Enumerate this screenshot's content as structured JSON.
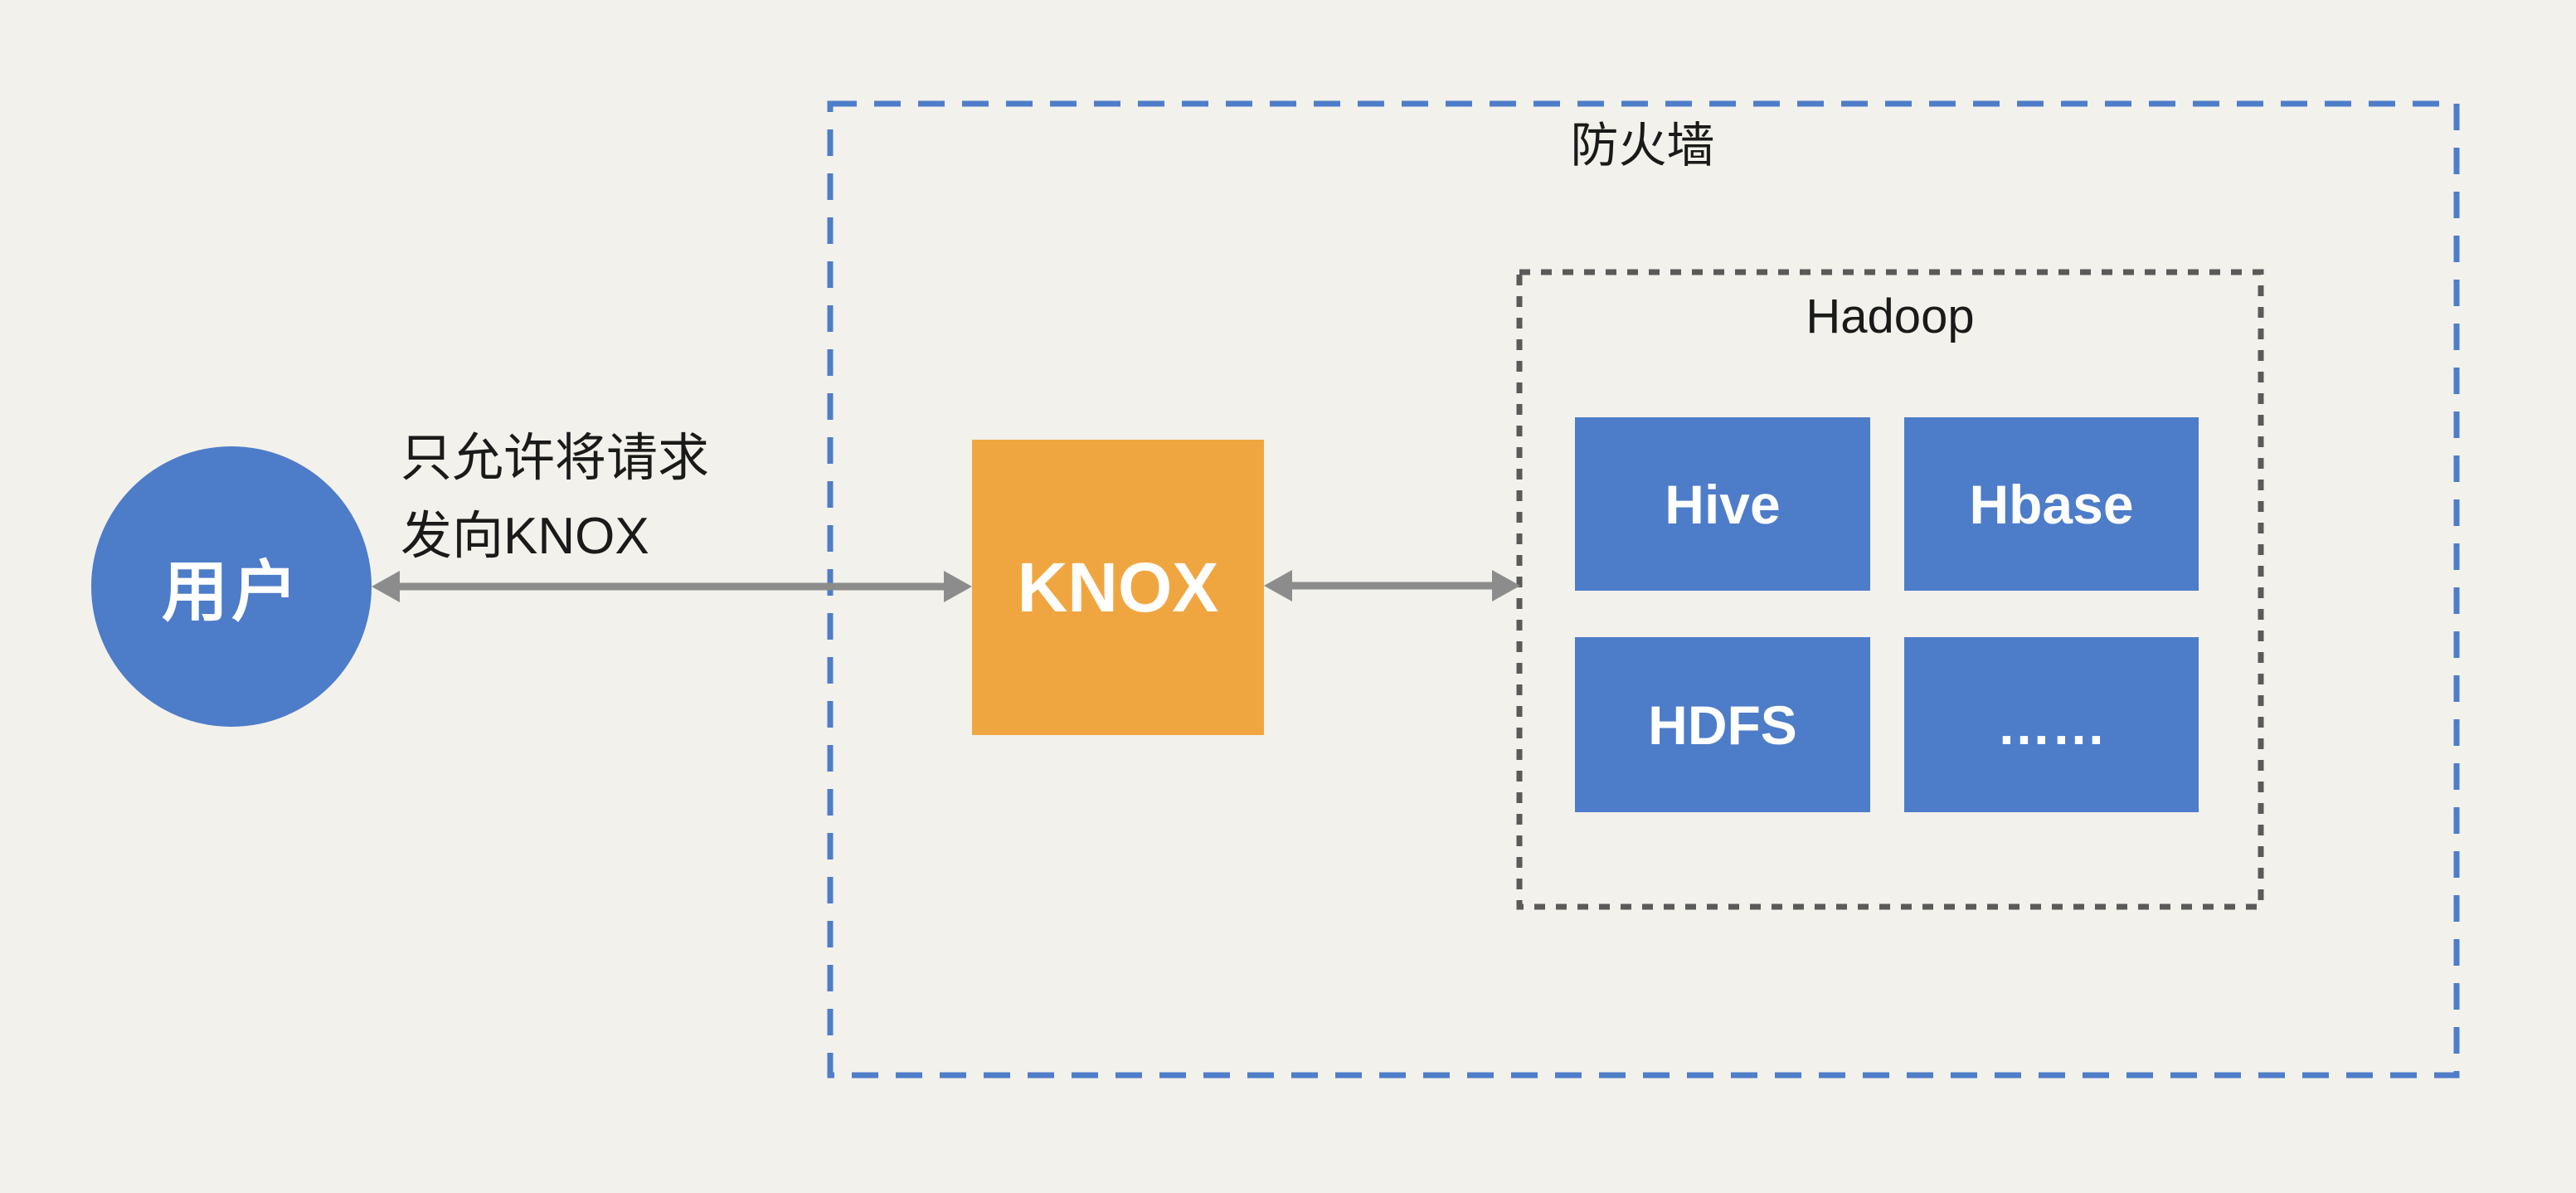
{
  "diagram": {
    "user": {
      "label": "用户"
    },
    "annotation": {
      "line1": "只允许将请求",
      "line2": "发向KNOX"
    },
    "firewall": {
      "label": "防火墙"
    },
    "gateway": {
      "label": "KNOX"
    },
    "hadoop": {
      "label": "Hadoop",
      "services": [
        "Hive",
        "Hbase",
        "HDFS",
        "……"
      ]
    }
  },
  "colors": {
    "background": "#f2f1eb",
    "node_blue": "#4d7cc9",
    "gateway_orange": "#f0a640",
    "firewall_border": "#4e7dc9",
    "hadoop_border": "#5a5a5a",
    "arrow": "#8c8c8c",
    "text_dark": "#1a1a1a",
    "text_light": "#ffffff"
  }
}
